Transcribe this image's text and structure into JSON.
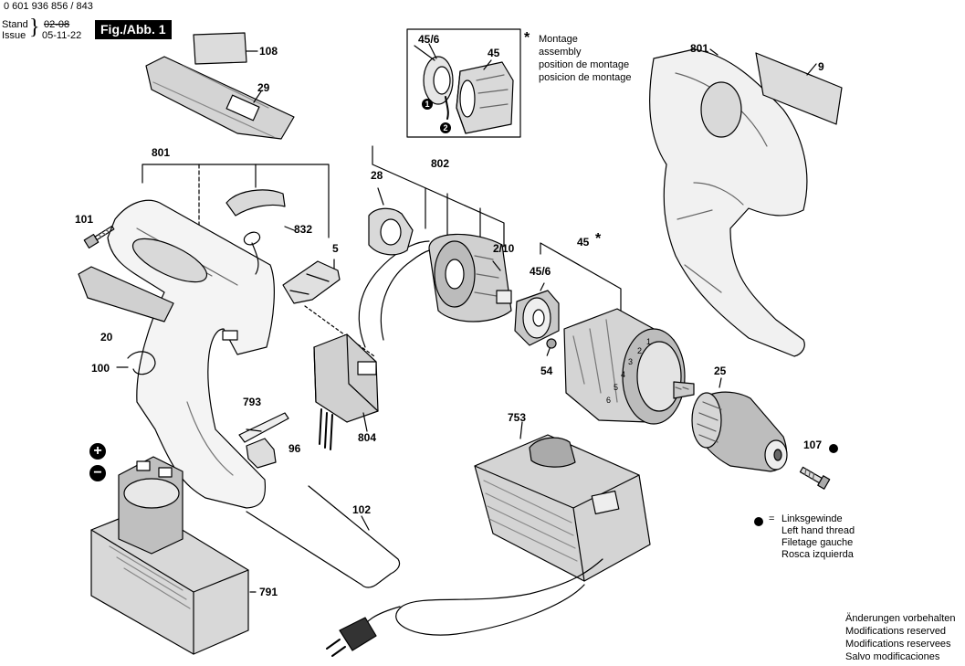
{
  "header": {
    "doc_number": "0 601 936 856 / 843",
    "stand_label": "Stand",
    "issue_label": "Issue",
    "stand_date": "02-08",
    "issue_date": "05-11-22",
    "figure_label": "Fig./Abb. 1"
  },
  "montage_note": {
    "lines": [
      "Montage",
      "assembly",
      "position de montage",
      "posicion de montage"
    ],
    "step_1": "1",
    "step_2": "2"
  },
  "legend": {
    "symbol": "=",
    "lines": [
      "Linksgewinde",
      "Left hand thread",
      "Filetage gauche",
      "Rosca izquierda"
    ]
  },
  "footer": {
    "lines": [
      "Änderungen vorbehalten",
      "Modifications reserved",
      "Modifications reservees",
      "Salvo modificaciones"
    ]
  },
  "battery_signs": {
    "plus": "+",
    "minus": "−"
  },
  "parts": {
    "p108": "108",
    "p29": "29",
    "p801_left": "801",
    "p101": "101",
    "p832": "832",
    "p5": "5",
    "p20": "20",
    "p100": "100",
    "p793": "793",
    "p96": "96",
    "p804": "804",
    "p102": "102",
    "p791": "791",
    "p28": "28",
    "p802": "802",
    "p2_10": "2/10",
    "p45_6_inset": "45/6",
    "p45_inset": "45",
    "p45_6": "45/6",
    "p45": "45",
    "p54": "54",
    "p753": "753",
    "p801_right": "801",
    "p9": "9",
    "p25": "25",
    "p107": "107"
  },
  "chuck_scale": [
    "6",
    "5",
    "4",
    "3",
    "2",
    "1"
  ],
  "colors": {
    "ink": "#000000",
    "paper": "#ffffff",
    "shade": "#d9d9d9",
    "dark_shade": "#9a9a9a"
  }
}
